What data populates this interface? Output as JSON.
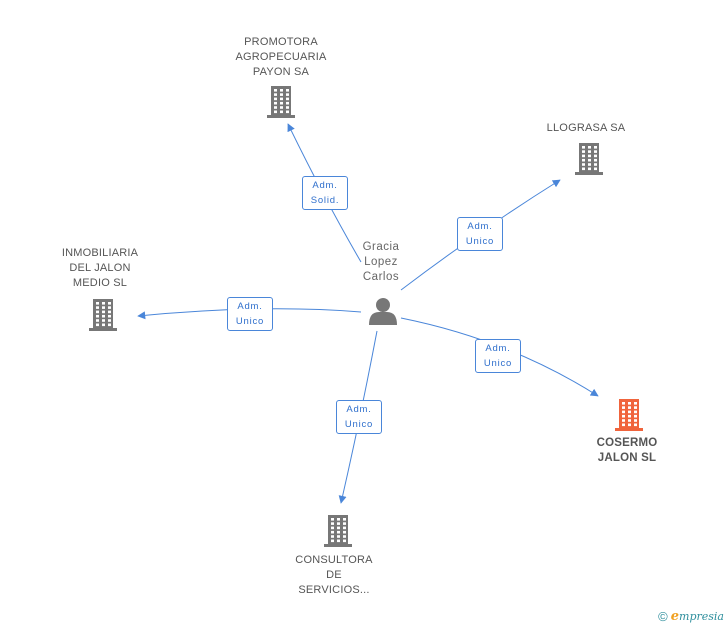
{
  "center": {
    "name_lines": [
      "Gracia",
      "Lopez",
      "Carlos"
    ],
    "icon": "person-icon"
  },
  "companies": [
    {
      "id": "promotora",
      "lines": [
        "PROMOTORA",
        "AGROPECUARIA",
        "PAYON SA"
      ],
      "icon": "building-icon",
      "color": "#777777",
      "highlight": false
    },
    {
      "id": "llograsa",
      "lines": [
        "LLOGRASA SA"
      ],
      "icon": "building-icon",
      "color": "#777777",
      "highlight": false
    },
    {
      "id": "inmobiliaria",
      "lines": [
        "INMOBILIARIA",
        "DEL JALON",
        "MEDIO SL"
      ],
      "icon": "building-icon",
      "color": "#777777",
      "highlight": false
    },
    {
      "id": "cosermo",
      "lines": [
        "COSERMO",
        "JALON SL"
      ],
      "icon": "building-icon",
      "color": "#f0643c",
      "highlight": true
    },
    {
      "id": "consultora",
      "lines": [
        "CONSULTORA",
        "DE",
        "SERVICIOS..."
      ],
      "icon": "building-icon",
      "color": "#777777",
      "highlight": false
    }
  ],
  "relations": [
    {
      "to": "promotora",
      "lines": [
        "Adm.",
        "Solid."
      ]
    },
    {
      "to": "llograsa",
      "lines": [
        "Adm.",
        "Unico"
      ]
    },
    {
      "to": "inmobiliaria",
      "lines": [
        "Adm.",
        "Unico"
      ]
    },
    {
      "to": "cosermo",
      "lines": [
        "Adm.",
        "Unico"
      ]
    },
    {
      "to": "consultora",
      "lines": [
        "Adm.",
        "Unico"
      ]
    }
  ],
  "colors": {
    "edge": "#4a86d9",
    "node": "#777777",
    "highlight": "#f0643c"
  },
  "footer": {
    "copyright_symbol": "©",
    "brand_first": "e",
    "brand_rest": "mpresia"
  }
}
